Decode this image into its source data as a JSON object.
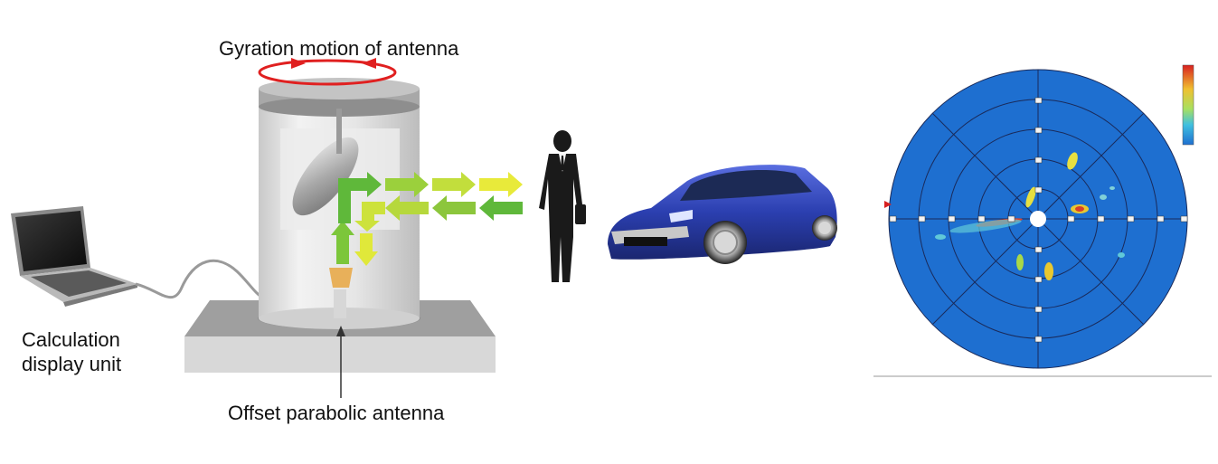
{
  "labels": {
    "gyration": "Gyration motion of antenna",
    "calc_line1": "Calculation",
    "calc_line2": "display unit",
    "offset": "Offset parabolic antenna"
  },
  "colors": {
    "rotation_arrow": "#e02020",
    "beam_dark": "#5fb83a",
    "beam_mid": "#9bd03c",
    "beam_light": "#e8ea3a",
    "feed_horn": "#e8b05a",
    "radar_blue": "#1e6fd0",
    "car_body": "#2b3fb0",
    "base_gray": "#cfcfcf"
  },
  "icons": {
    "laptop": "laptop-icon",
    "person": "person-silhouette-icon",
    "car": "car-icon",
    "radar": "polar-radar-plot"
  }
}
